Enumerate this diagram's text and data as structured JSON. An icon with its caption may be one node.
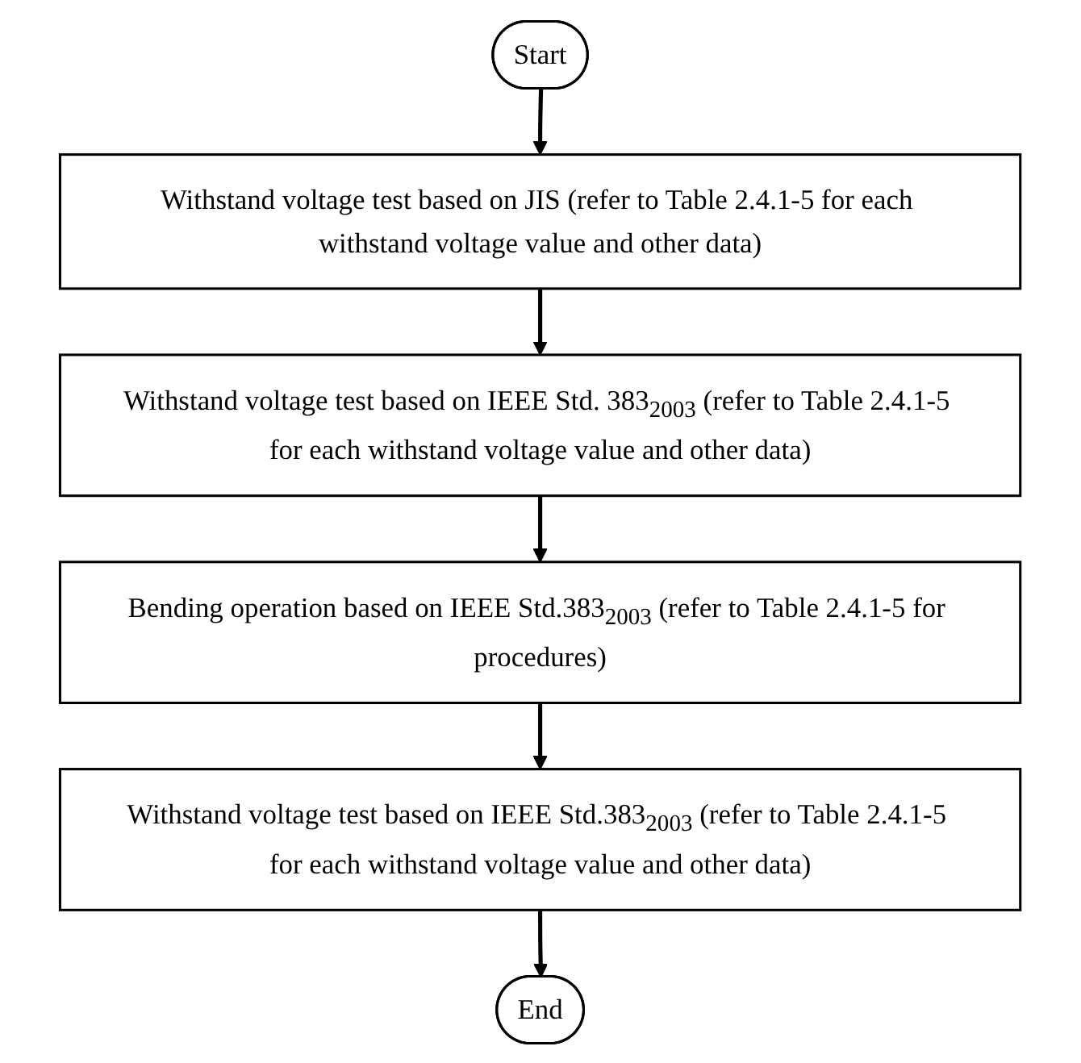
{
  "diagram": {
    "nodes": [
      {
        "text": [
          "Start"
        ]
      },
      {
        "text": [
          "Withstand voltage test based on JIS (refer to Table 2.4.1-5 for each withstand voltage value and other data)"
        ]
      },
      {
        "text": [
          "Withstand voltage test based on IEEE Std. 383$_{2003}$ (refer to Table 2.4.1-5 for each withstand voltage value and other data)"
        ]
      },
      {
        "text": [
          "Bending operation based on IEEE Std.383$_{2003}$ (refer to Table 2.4.1-5 for procedures)"
        ]
      },
      {
        "text": [
          "Withstand voltage test based on IEEE Std.383$_{2003}$ (refer to Table 2.4.1-5 for each withstand voltage value and other data)"
        ]
      },
      {
        "text": [
          "End"
        ]
      }
    ],
    "edges": [
      {
        "from": 0,
        "to": 1,
        "arrow": "to"
      },
      {
        "from": 1,
        "to": 2,
        "arrow": "to"
      },
      {
        "from": 2,
        "to": 3,
        "arrow": "to"
      },
      {
        "from": 3,
        "to": 4,
        "arrow": "to"
      },
      {
        "from": 4,
        "to": 5,
        "arrow": "to"
      }
    ]
  }
}
